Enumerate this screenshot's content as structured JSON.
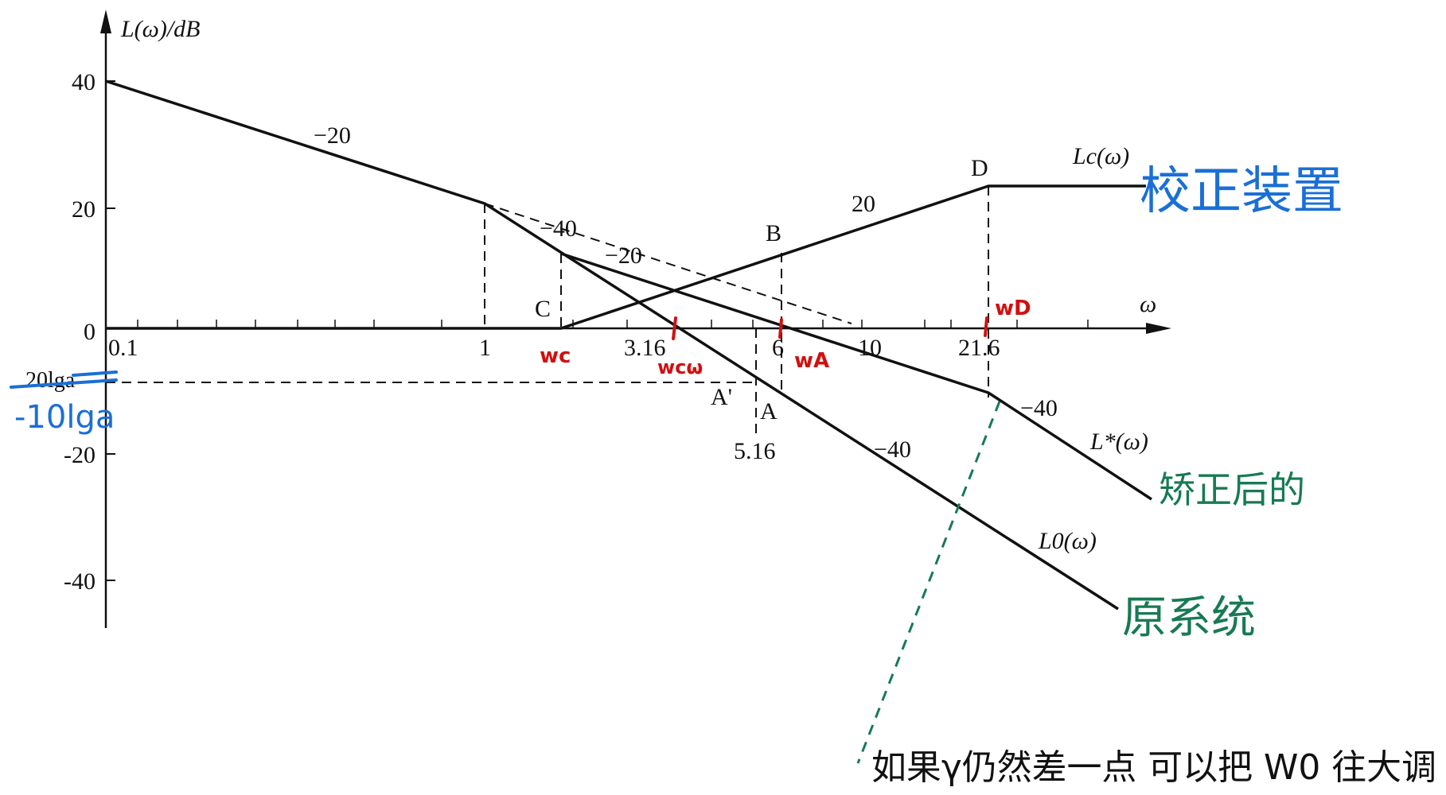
{
  "axes": {
    "y_label": "L(ω)/dB",
    "x_label": "ω",
    "y_ticks": [
      "40",
      "20",
      "0",
      "-20",
      "-40"
    ],
    "x_ticks": [
      "0.1",
      "1",
      "3.16",
      "6",
      "10",
      "21.6"
    ],
    "extra_tick": "5.16",
    "left_marker": "20lga"
  },
  "slopes": {
    "s1": "−20",
    "s2": "−40",
    "s3": "−20",
    "s4": "20",
    "s5": "−40",
    "s6": "−40"
  },
  "points": {
    "C": "C",
    "B": "B",
    "D": "D",
    "A_left": "A'",
    "A_right": "A"
  },
  "curve_labels": {
    "Lc": "Lc(ω)",
    "Lstar": "L*(ω)",
    "L0": "L0(ω)"
  },
  "annotations": {
    "wc": "wc",
    "wcw": "wcω",
    "wa": "wA",
    "wd": "wD",
    "minus10lga": "-10lga",
    "lc_note": "校正装置",
    "lstar_note": "矫正后的",
    "l0_note": "原系统",
    "bottom_note": "如果γ仍然差一点 可以把 W0 往大调"
  },
  "colors": {
    "ink": "#111111",
    "red": "#d01010",
    "blue": "#1a6fd6",
    "green": "#177a52"
  }
}
